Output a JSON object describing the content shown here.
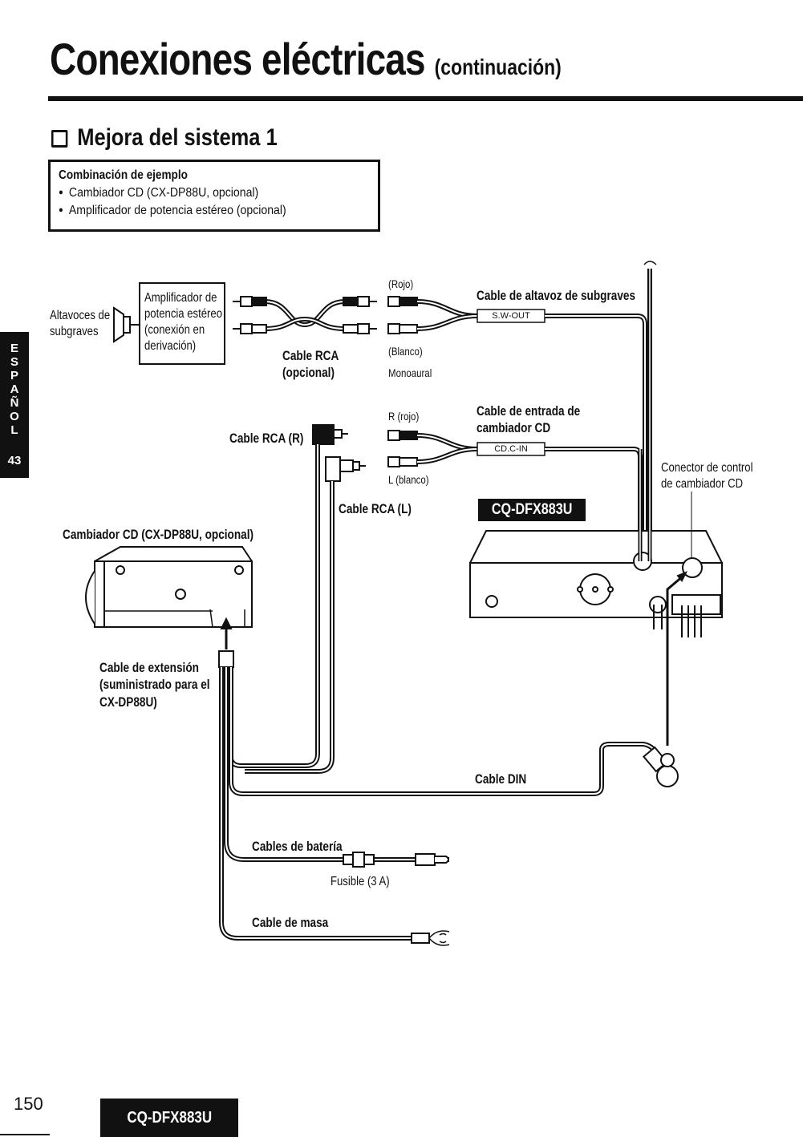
{
  "header": {
    "title": "Conexiones eléctricas",
    "title_suffix": "(continuación)"
  },
  "section": {
    "title": "Mejora del sistema 1"
  },
  "combination_box": {
    "heading": "Combinación de ejemplo",
    "items": [
      "Cambiador CD (CX-DP88U, opcional)",
      "Amplificador de potencia estéreo (opcional)"
    ]
  },
  "side_tab": {
    "language": "ESPAÑOL",
    "letters": [
      "E",
      "S",
      "P",
      "A",
      "Ñ",
      "O",
      "L"
    ],
    "page": "43"
  },
  "diagram": {
    "subwoofer_label": [
      "Altavoces de",
      "subgraves"
    ],
    "amplifier_label": [
      "Amplificador de",
      "potencia estéreo",
      "(conexión en",
      "derivación)"
    ],
    "rca_cable_optional": [
      "Cable RCA",
      "(opcional)"
    ],
    "sw_red": "(Rojo)",
    "sw_white": "(Blanco)",
    "sw_mono": "Monoaural",
    "subwoofer_cable": "Cable de altavoz de subgraves",
    "sw_out_tag": "S.W-OUT",
    "cd_input_cable": [
      "Cable de entrada de",
      "cambiador CD"
    ],
    "cd_in_tag": "CD.C-IN",
    "cd_red": "R (rojo)",
    "cd_white": "L (blanco)",
    "rca_r": "Cable RCA (R)",
    "rca_l": "Cable RCA (L)",
    "head_unit_model": "CQ-DFX883U",
    "control_connector": [
      "Conector de control",
      "de cambiador CD"
    ],
    "cd_changer": "Cambiador CD (CX-DP88U, opcional)",
    "extension_cable": [
      "Cable de extensión",
      "(suministrado para el",
      "CX-DP88U)"
    ],
    "din_cable": "Cable DIN",
    "battery_cables": "Cables de batería",
    "fuse": "Fusible (3 A)",
    "ground_cable": "Cable de masa"
  },
  "footer": {
    "page_number": "150",
    "model": "CQ-DFX883U"
  }
}
